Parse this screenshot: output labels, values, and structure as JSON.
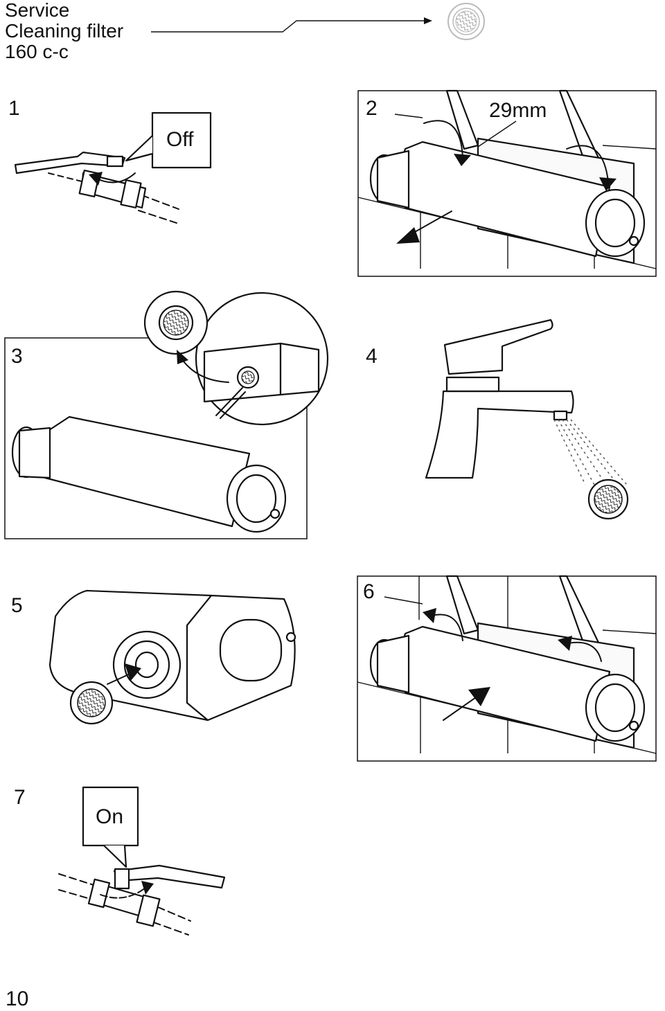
{
  "header": {
    "line1": "Service",
    "line2": "Cleaning filter",
    "line3": "160 c-c"
  },
  "steps": [
    {
      "number": "1",
      "callout": "Off"
    },
    {
      "number": "2",
      "callout": "29mm"
    },
    {
      "number": "3"
    },
    {
      "number": "4"
    },
    {
      "number": "5"
    },
    {
      "number": "6"
    },
    {
      "number": "7",
      "callout": "On"
    }
  ],
  "page_number": "10"
}
